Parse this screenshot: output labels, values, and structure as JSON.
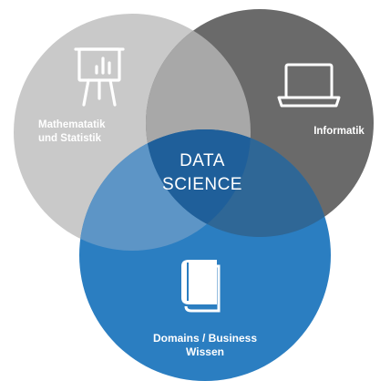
{
  "colors": {
    "math_circle": "#c9c9c9",
    "informatik_circle": "#6a6a6a",
    "domain_circle": "#2b7ec1",
    "overlap_math_info": "#a8a8a8",
    "overlap_math_domain": "#5d95c6",
    "overlap_info_domain": "#2f6796",
    "center": "#1f5f9a",
    "icon": "#ffffff"
  },
  "circles": {
    "math": {
      "label_lines": [
        "Mathematatik",
        "und Statistik"
      ],
      "icon": "presentation-chart-icon"
    },
    "informatik": {
      "label_lines": [
        "Informatik"
      ],
      "icon": "laptop-icon"
    },
    "domain": {
      "label_lines": [
        "Domains / Business",
        "Wissen"
      ],
      "icon": "book-icon"
    }
  },
  "center": {
    "label_lines": [
      "DATA",
      "SCIENCE"
    ]
  }
}
